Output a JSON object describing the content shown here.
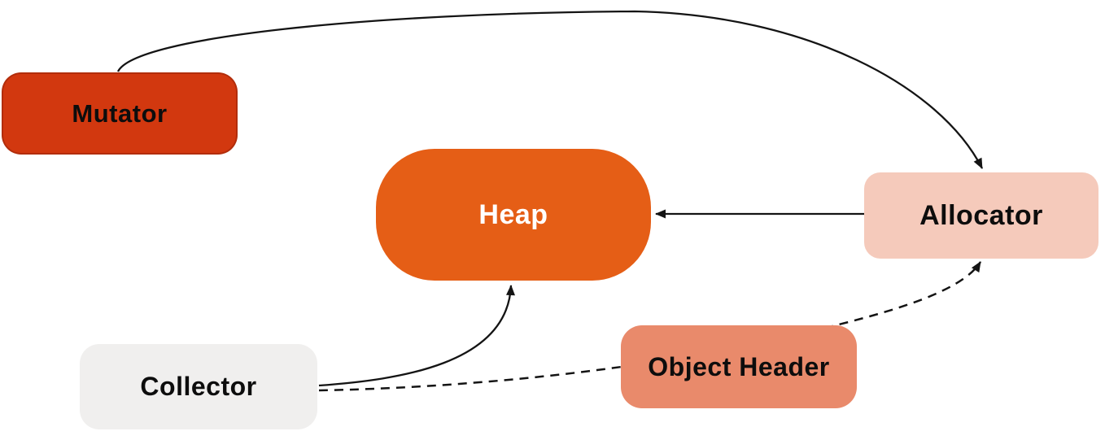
{
  "diagram": {
    "background_color": "#ffffff",
    "line_color": "#141414",
    "nodes": [
      {
        "id": "mutator",
        "label": "Mutator",
        "fill": "#d2380f",
        "text_color": "#0d0d0d"
      },
      {
        "id": "heap",
        "label": "Heap",
        "fill": "#e55e16",
        "text_color": "#ffffff"
      },
      {
        "id": "allocator",
        "label": "Allocator",
        "fill": "#f5cabb",
        "text_color": "#0d0d0d"
      },
      {
        "id": "collector",
        "label": "Collector",
        "fill": "#f0efee",
        "text_color": "#0d0d0d"
      },
      {
        "id": "object-header",
        "label": "Object Header",
        "fill": "#e98a6b",
        "text_color": "#0d0d0d"
      }
    ],
    "edges": [
      {
        "from": "Mutator",
        "to": "Allocator",
        "line": "solid",
        "arrowhead_at": "Allocator top"
      },
      {
        "from": "Allocator",
        "to": "Heap",
        "line": "solid",
        "arrowhead_at": "Heap right"
      },
      {
        "from": "Collector",
        "to": "Heap",
        "line": "solid",
        "arrowhead_at": "Heap bottom"
      },
      {
        "from": "Collector",
        "to": "Allocator",
        "line": "dashed",
        "arrowhead_at": "Allocator bottom",
        "passes_behind": "Object Header"
      }
    ]
  }
}
